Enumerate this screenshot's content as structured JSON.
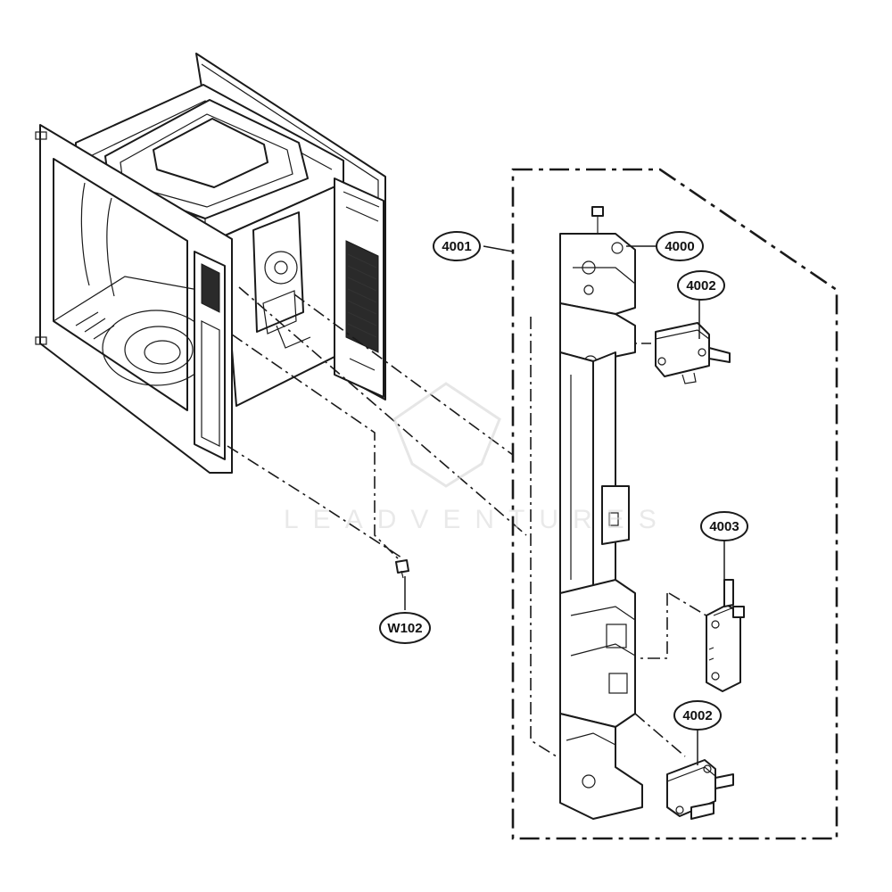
{
  "callouts": {
    "c4001": "4001",
    "c4000": "4000",
    "c4002_top": "4002",
    "c4003": "4003",
    "c4002_bottom": "4002",
    "cW102": "W102"
  },
  "watermark": {
    "text": "LEADVENTURES",
    "type": "logo"
  },
  "colors": {
    "line": "#1a1a1a",
    "background": "#ffffff"
  }
}
